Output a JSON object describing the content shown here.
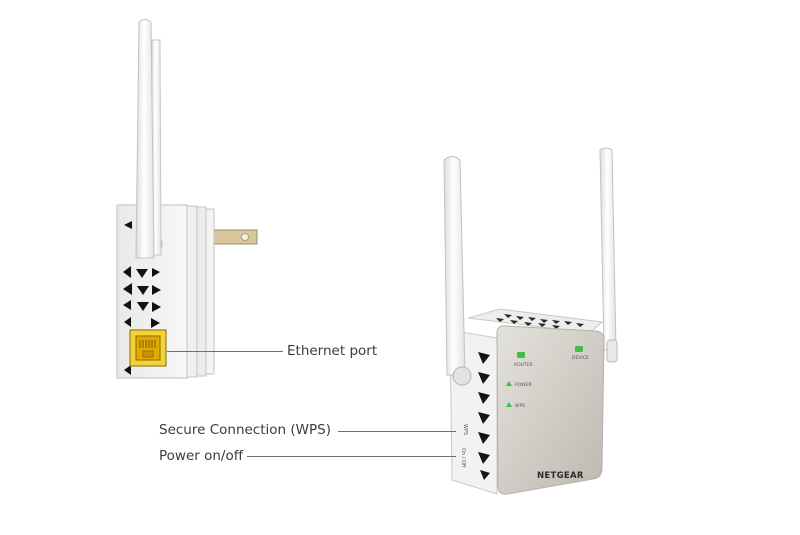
{
  "callouts": {
    "ethernet_port": "Ethernet port",
    "wps": "Secure Connection (WPS)",
    "power": "Power on/off"
  },
  "device": {
    "brand": "NETGEAR",
    "led_router": "ROUTER",
    "led_device": "DEVICE",
    "led_power": "POWER",
    "led_wps": "WPS",
    "side_label_wps": "WPS",
    "side_label_power": "On / Off"
  },
  "colors": {
    "led_green": "#3fbf4a",
    "ethernet_port": "#e8b400",
    "front_panel": "#c9c5bd",
    "shell": "#f3f3f3"
  }
}
